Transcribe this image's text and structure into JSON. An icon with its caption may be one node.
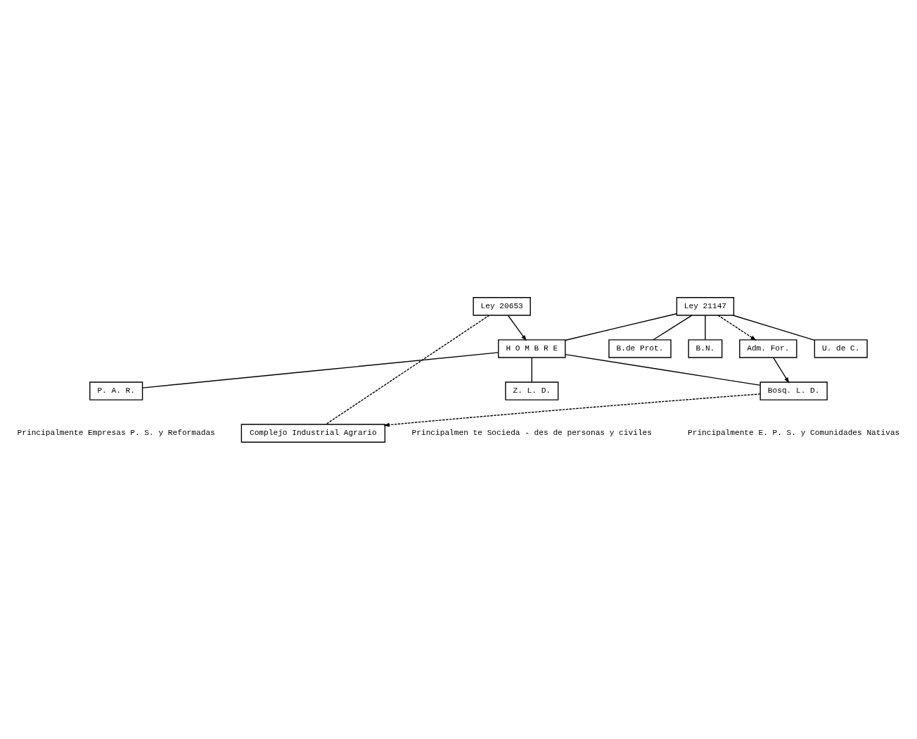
{
  "diagram": {
    "nodes": [
      {
        "text": [
          "Ley 20653"
        ]
      },
      {
        "text": [
          "Ley 21147"
        ]
      },
      {
        "text": [
          "U. de C."
        ]
      },
      {
        "text": [
          "H O M B R E"
        ]
      },
      {
        "text": [
          "Complejo Industrial Agrario"
        ]
      },
      {
        "text": [
          "B.de Prot."
        ]
      },
      {
        "text": [
          "B.N."
        ]
      },
      {
        "text": [
          "P. A. R."
        ],
        "beside": [
          "Principalmente Empresas P. S. y Reformadas"
        ]
      },
      {
        "text": [
          "Z. L. D."
        ],
        "beside": [
          "Principalmen te Socieda - des de personas y civiles"
        ]
      },
      {
        "text": [
          "Bosq. L. D."
        ],
        "beside": [
          "Principalmente E. P. S. y Comunidades Nativas"
        ]
      },
      {
        "text": [
          "Adm. For."
        ]
      }
    ],
    "edges": [
      {
        "from": 0,
        "to": 3,
        "arrow": "to"
      },
      {
        "from": 1,
        "to": 3,
        "arrow": "none"
      },
      {
        "from": 0,
        "to": 4,
        "arrow": "none",
        "style": "dashed"
      },
      {
        "from": 1,
        "to": 2,
        "arrow": "none"
      },
      {
        "from": 1,
        "to": 5,
        "arrow": "none"
      },
      {
        "from": 1,
        "to": 6,
        "arrow": "none"
      },
      {
        "from": 3,
        "to": 7,
        "arrow": "none"
      },
      {
        "from": 3,
        "to": 8,
        "arrow": "none"
      },
      {
        "from": 3,
        "to": 9,
        "arrow": "none"
      },
      {
        "from": 1,
        "to": 10,
        "arrow": "to",
        "style": "dashed"
      },
      {
        "from": 10,
        "to": 9,
        "arrow": "to"
      },
      {
        "from": 9,
        "to": 4,
        "arrow": "to",
        "style": "dashed"
      }
    ]
  }
}
